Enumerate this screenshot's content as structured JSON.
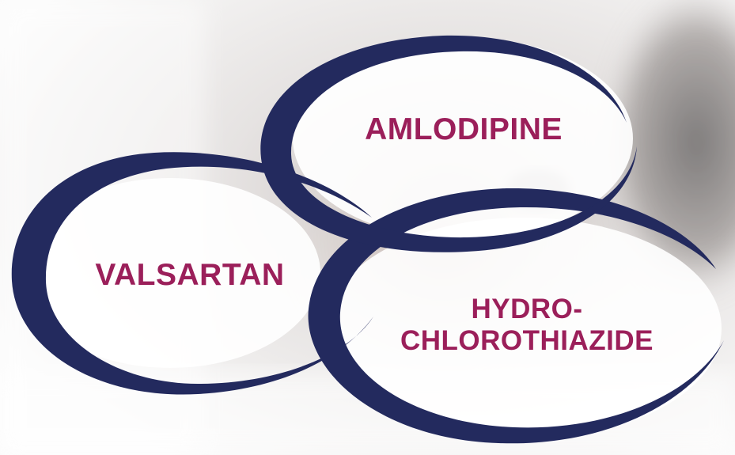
{
  "diagram": {
    "labels": {
      "amlodipine": "AMLODIPINE",
      "valsartan": "VALSARTAN",
      "hydro_line1": "HYDRO-",
      "hydro_line2": "CHLOROTHIAZIDE"
    },
    "colors": {
      "ring": "#232a5e",
      "label": "#9b1f5a",
      "fill": "#ffffff"
    }
  }
}
